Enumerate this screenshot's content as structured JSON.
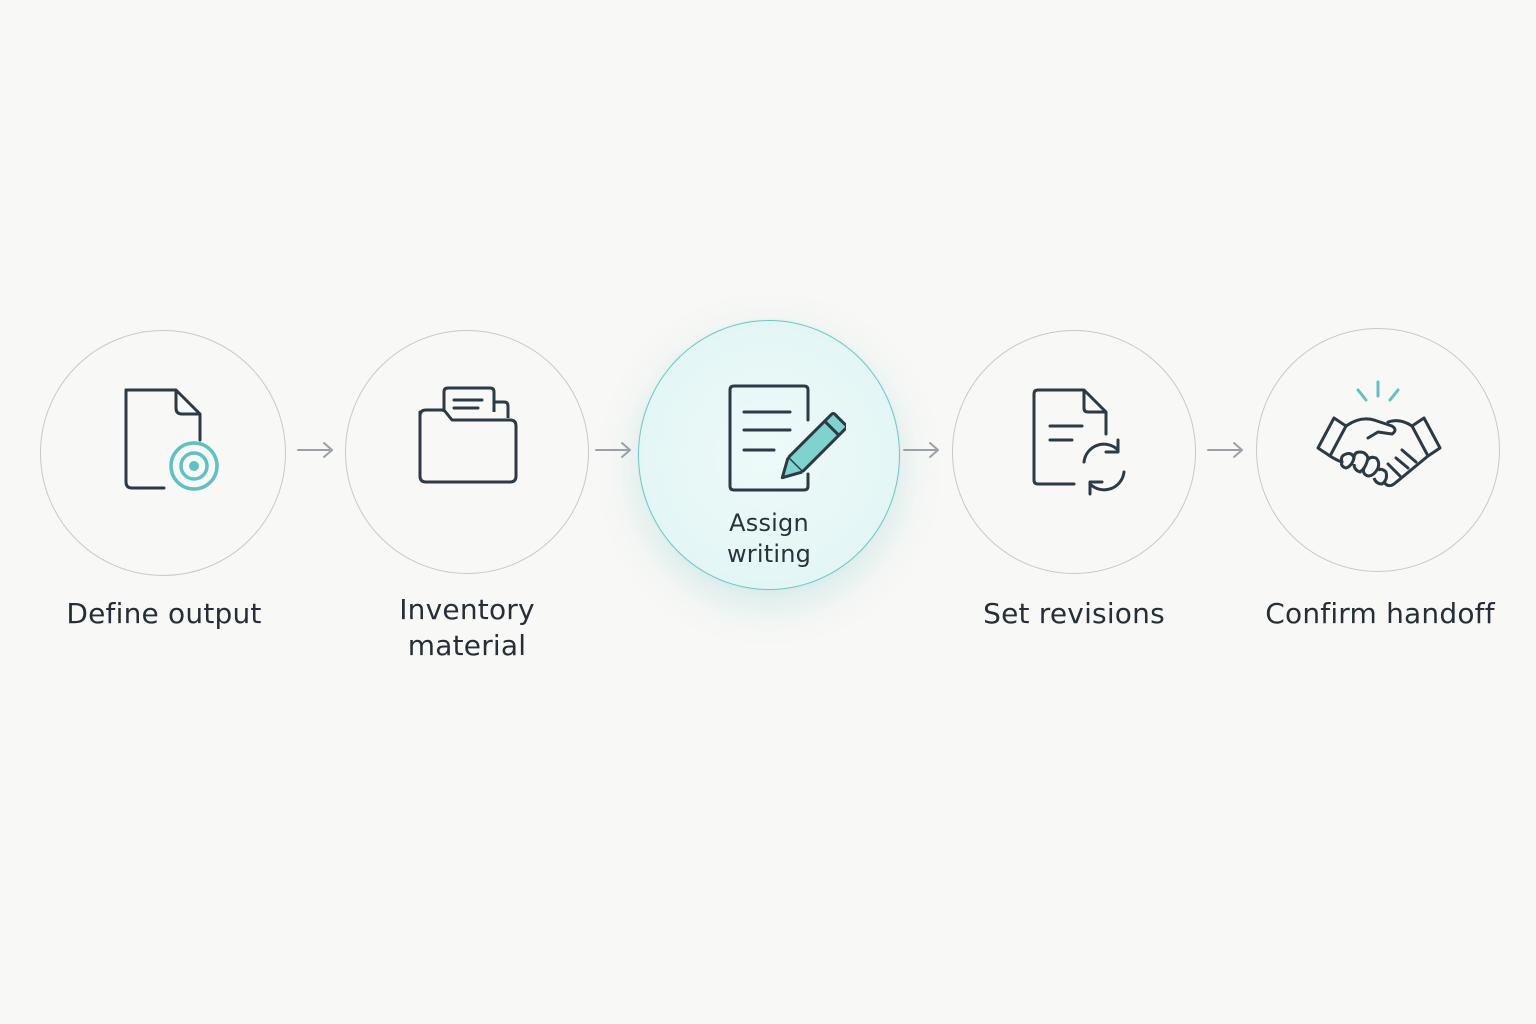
{
  "colors": {
    "background": "#f8f8f6",
    "accent": "#5cc3bf",
    "icon_stroke": "#2b3a44",
    "circle_border": "#c7c9cb",
    "arrow": "#9aa0a6"
  },
  "steps": [
    {
      "label": "Define output",
      "icon": "document-target-icon",
      "active": false
    },
    {
      "label": "Inventory\nmaterial",
      "icon": "folder-files-icon",
      "active": false
    },
    {
      "label": "Assign\nwriting",
      "icon": "document-pencil-icon",
      "active": true
    },
    {
      "label": "Set revisions",
      "icon": "document-refresh-icon",
      "active": false
    },
    {
      "label": "Confirm handoff",
      "icon": "handshake-icon",
      "active": false
    }
  ]
}
